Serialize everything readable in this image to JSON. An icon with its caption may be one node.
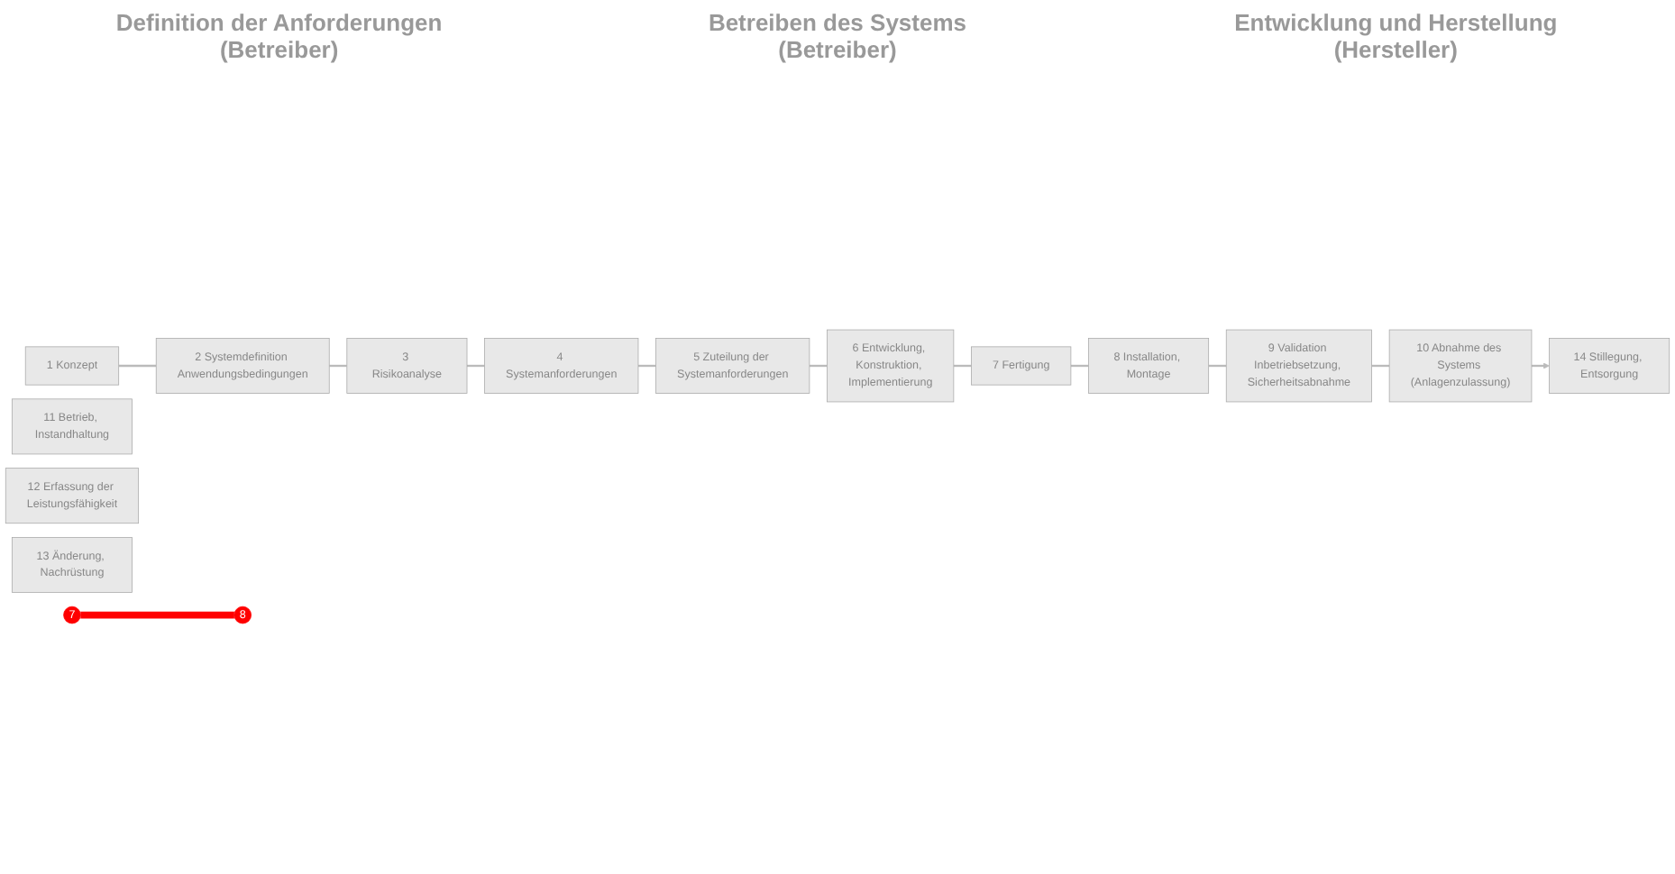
{
  "diagram": {
    "nodes": [
      {
        "text": [
          "1 Konzept"
        ]
      },
      {
        "text": [
          "2 Systemdefinition Anwendungsbedingungen"
        ]
      },
      {
        "text": [
          "3 Risikoanalyse"
        ]
      },
      {
        "text": [
          "4 Systemanforderungen"
        ]
      },
      {
        "text": [
          "5 Zuteilung der Systemanforderungen"
        ]
      },
      {
        "text": [
          "6 Entwicklung, Konstruktion, Implementierung"
        ]
      },
      {
        "text": [
          "7 Fertigung"
        ]
      },
      {
        "text": [
          "8 Installation, Montage"
        ]
      },
      {
        "text": [
          "9 Validation Inbetriebsetzung, Sicherheitsabnahme"
        ]
      },
      {
        "text": [
          "10 Abnahme des Systems (Anlagenzulassung)"
        ]
      },
      {
        "text": [
          "11 Betrieb, Instandhaltung"
        ]
      },
      {
        "text": [
          "12 Erfassung der Leistungsfähigkeit"
        ]
      },
      {
        "text": [
          "13 Änderung, Nachrüstung"
        ]
      },
      {
        "text": [
          "14 Stillegung, Entsorgung"
        ]
      },
      {
        "text": [
          "7"
        ]
      },
      {
        "text": [
          "8"
        ]
      }
    ],
    "edges": [
      {
        "from": 0,
        "to": 1,
        "arrow": "none"
      },
      {
        "from": 1,
        "to": 2,
        "arrow": "none"
      },
      {
        "from": 2,
        "to": 3,
        "arrow": "none"
      },
      {
        "from": 3,
        "to": 4,
        "arrow": "none"
      },
      {
        "from": 4,
        "to": 5,
        "arrow": "none"
      },
      {
        "from": 5,
        "to": 6,
        "arrow": "none"
      },
      {
        "from": 6,
        "to": 7,
        "arrow": "none"
      },
      {
        "from": 7,
        "to": 8,
        "arrow": "none"
      },
      {
        "from": 8,
        "to": 9,
        "arrow": "none"
      },
      {
        "from": 9,
        "to": 13,
        "arrow": "to"
      },
      {
        "from": 14,
        "to": 15,
        "arrow": "none",
        "style": "thick",
        "color": "#ff0000"
      }
    ],
    "labels": [
      "Definition der Anforderungen (Betreiber)",
      "Betreiben des Systems (Betreiber)",
      "Entwicklung und Herstellung (Hersteller)"
    ]
  }
}
